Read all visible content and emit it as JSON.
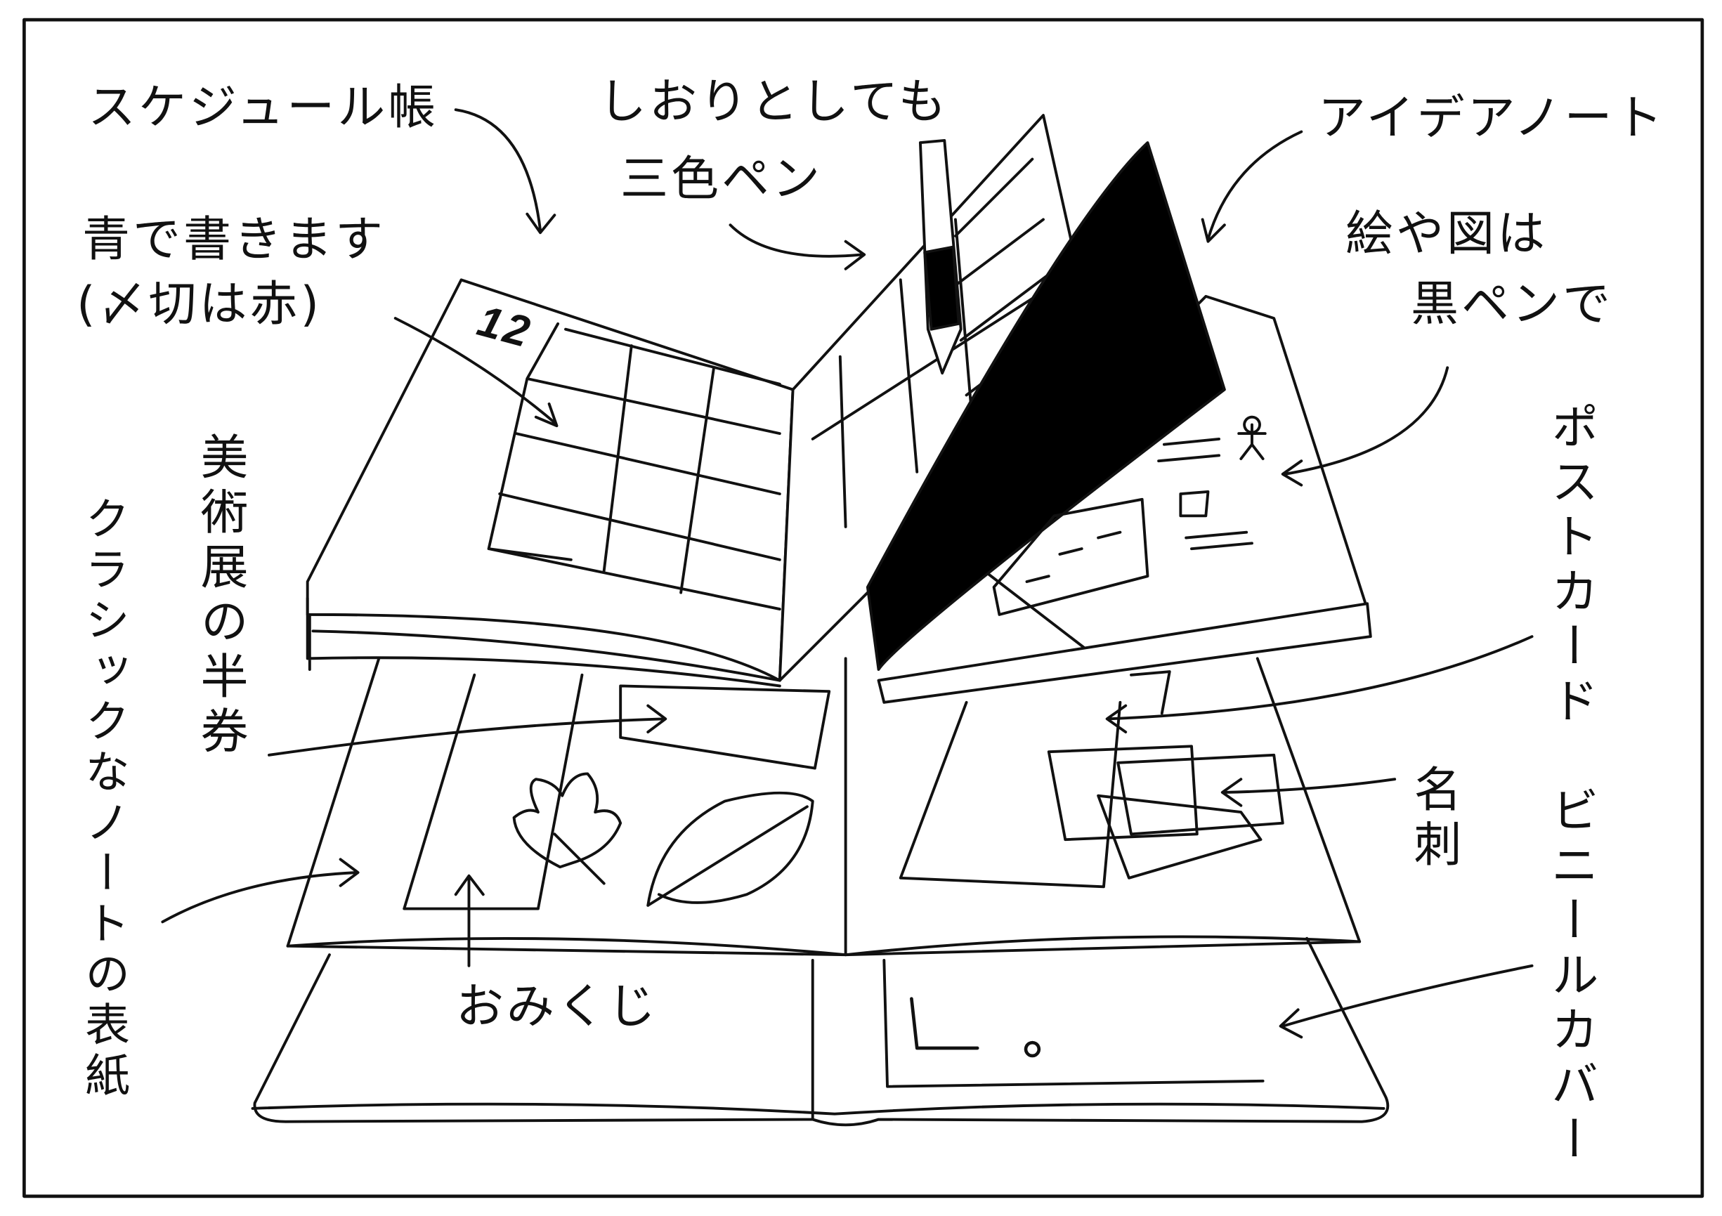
{
  "labels": {
    "schedule_book": "スケジュール帳",
    "bookmark_line1": "しおりとしても",
    "bookmark_line2": "三色ペン",
    "idea_note": "アイデアノート",
    "blue_line1": "青で書きます",
    "blue_line2": "(〆切は赤)",
    "drawing_line1": "絵や図は",
    "drawing_line2": "黒ペンで",
    "ticket_stub": "美術展の半券",
    "classic_cover": "クラシックなノートの表紙",
    "postcard": "ポストカード",
    "business_card": "名刺",
    "vinyl_cover": "ビニールカバー",
    "omikuji": "おみくじ",
    "calendar_month": "12"
  },
  "colors": {
    "ink": "#111111",
    "paper": "#ffffff",
    "cover": "#000000"
  }
}
